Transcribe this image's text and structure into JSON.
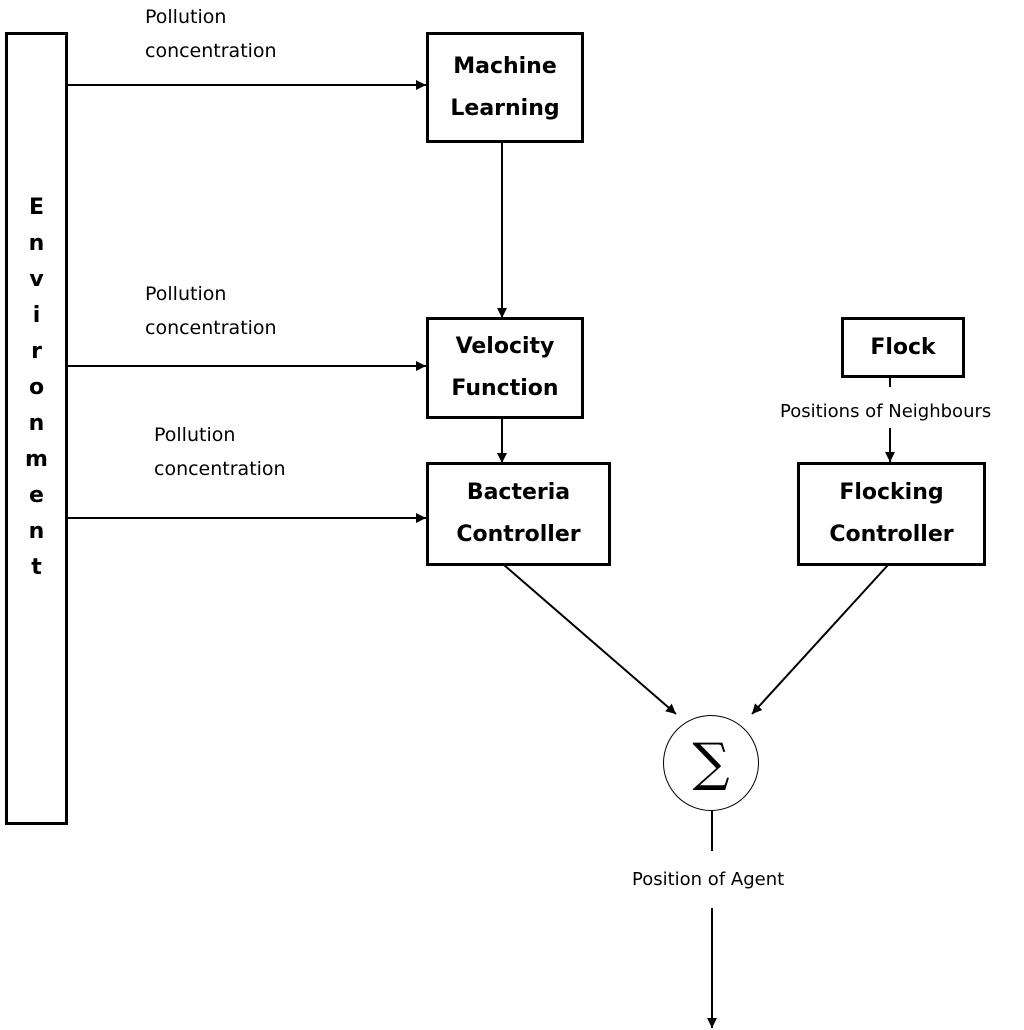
{
  "environment": {
    "letters": [
      "E",
      "n",
      "v",
      "i",
      "r",
      "o",
      "n",
      "m",
      "e",
      "n",
      "t"
    ]
  },
  "blocks": {
    "machine_learning": "Machine\nLearning",
    "velocity_function": "Velocity\nFunction",
    "bacteria_controller": "Bacteria\nController",
    "flock": "Flock",
    "flocking_controller": "Flocking\nController",
    "sum_symbol": "∑"
  },
  "labels": {
    "pollution_1": "Pollution\nconcentration",
    "pollution_2": "Pollution\nconcentration",
    "pollution_3": "Pollution\nconcentration",
    "positions_of_neighbours": "Positions of Neighbours",
    "position_of_agent": "Position of Agent"
  }
}
